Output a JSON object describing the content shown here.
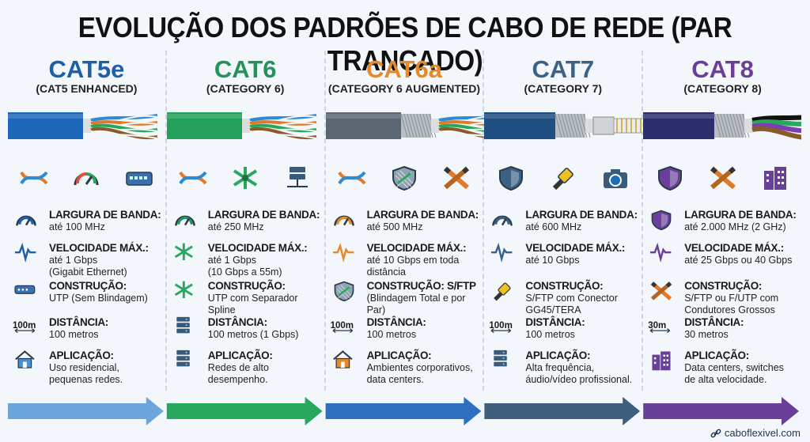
{
  "title": "EVOLUÇÃO DOS PADRÕES DE CABO DE REDE (PAR TRANÇADO)",
  "watermark": "caboflexivel.com",
  "columns": [
    {
      "name": "CAT5e",
      "subtitle": "(CAT5 ENHANCED)",
      "color": "#1f5fa8",
      "cable_color": "#1e66b8",
      "header_icons": [
        "twisted-pair-icon",
        "speedometer-icon",
        "network-switch-icon"
      ],
      "specs": [
        {
          "label": "LARGURA DE BANDA:",
          "value": "até 100 MHz",
          "icon": "gauge-icon"
        },
        {
          "label": "VELOCIDADE MÁX.:",
          "value": "até 1 Gbps\n(Gigabit Ethernet)",
          "icon": "signal-wave-icon"
        },
        {
          "label": "CONSTRUÇÃO:",
          "value": "UTP (Sem Blindagem)",
          "icon": "switch-device-icon"
        },
        {
          "label": "DISTÂNCIA:",
          "value": "100 metros",
          "icon": "distance-icon",
          "dist_label": "100m"
        },
        {
          "label": "APLICAÇÃO:",
          "value": "Uso residencial,\npequenas redes.",
          "icon": "house-icon"
        }
      ]
    },
    {
      "name": "CAT6",
      "subtitle": "(CATEGORY 6)",
      "color": "#22935a",
      "cable_color": "#23a05a",
      "header_icons": [
        "twisted-pair-icon",
        "spline-separator-icon",
        "server-network-icon"
      ],
      "specs": [
        {
          "label": "LARGURA DE BANDA:",
          "value": "até 250 MHz",
          "icon": "gauge-icon"
        },
        {
          "label": "VELOCIDADE MÁX.:",
          "value": "até 1 Gbps\n(10 Gbps a 55m)",
          "icon": "spline-icon"
        },
        {
          "label": "CONSTRUÇÃO:",
          "value": "UTP com Separador\nSpline",
          "icon": "spline-icon"
        },
        {
          "label": "DISTÂNCIA:",
          "value": "100 metros (1 Gbps)",
          "icon": "server-icon"
        },
        {
          "label": "APLICAÇÃO:",
          "value": "Redes de alto\ndesempenho.",
          "icon": "server-icon"
        }
      ]
    },
    {
      "name": "CAT6a",
      "subtitle": "(CATEGORY 6 AUGMENTED)",
      "color": "#e58a2a",
      "cable_color": "#5b6672",
      "header_icons": [
        "twisted-pair-icon",
        "shield-mesh-icon",
        "crossed-cable-icon"
      ],
      "specs": [
        {
          "label": "LARGURA DE BANDA:",
          "value": "até 500 MHz",
          "icon": "gauge-icon"
        },
        {
          "label": "VELOCIDADE MÁX.:",
          "value": "até 10 Gbps em toda\ndistância",
          "icon": "signal-wave-icon"
        },
        {
          "label": "CONSTRUÇÃO: S/FTP",
          "value": "(Blindagem Total e por Par)",
          "icon": "shield-mesh-icon"
        },
        {
          "label": "DISTÂNCIA:",
          "value": "100 metros",
          "icon": "distance-icon",
          "dist_label": "100m"
        },
        {
          "label": "APLICAÇÃO:",
          "value": "Ambientes corporativos,\ndata centers.",
          "icon": "house-icon"
        }
      ]
    },
    {
      "name": "CAT7",
      "subtitle": "(CATEGORY 7)",
      "color": "#3b6286",
      "cable_color": "#1e4f80",
      "header_icons": [
        "shield-icon",
        "connector-icon",
        "camera-icon"
      ],
      "specs": [
        {
          "label": "LARGURA DE BANDA:",
          "value": "até 600 MHz",
          "icon": "gauge-icon"
        },
        {
          "label": "VELOCIDADE MÁX.:",
          "value": "até 10 Gbps",
          "icon": "signal-wave-icon"
        },
        {
          "label": "CONSTRUÇÃO:",
          "value": "S/FTP com Conector\nGG45/TERA",
          "icon": "connector-icon"
        },
        {
          "label": "DISTÂNCIA:",
          "value": "100 metros",
          "icon": "distance-icon",
          "dist_label": "100m"
        },
        {
          "label": "APLICAÇÃO:",
          "value": "Alta frequência,\náudio/vídeo profissional.",
          "icon": "server-icon"
        }
      ]
    },
    {
      "name": "CAT8",
      "subtitle": "(CATEGORY 8)",
      "color": "#6a3f9a",
      "cable_color": "#2c2f6b",
      "header_icons": [
        "shield-icon",
        "crossed-cable-icon",
        "building-icon"
      ],
      "specs": [
        {
          "label": "LARGURA DE BANDA:",
          "value": "até 2.000 MHz (2 GHz)",
          "icon": "shield-icon"
        },
        {
          "label": "VELOCIDADE MÁX.:",
          "value": "até 25 Gbps ou 40 Gbps",
          "icon": "signal-wave-icon"
        },
        {
          "label": "CONSTRUÇÃO:",
          "value": "S/FTP ou F/UTP com\nCondutores Grossos",
          "icon": "crossed-cable-icon"
        },
        {
          "label": "DISTÂNCIA:",
          "value": "30 metros",
          "icon": "distance-icon",
          "dist_label": "30m"
        },
        {
          "label": "APLICAÇÃO:",
          "value": "Data centers, switches\nde alta velocidade.",
          "icon": "building-icon"
        }
      ]
    }
  ],
  "arrow_colors": [
    "#6aa6dc",
    "#27a85c",
    "#2f6fbf",
    "#3e5e7e",
    "#6a3f9a"
  ]
}
